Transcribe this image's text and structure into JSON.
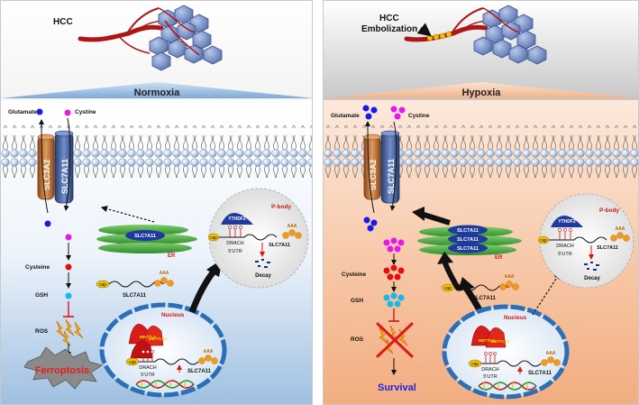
{
  "left": {
    "hcc": "HCC",
    "condition": "Normoxia",
    "glutamate": "Glutamate",
    "cystine": "Cystine",
    "slc3a2": "SLC3A2",
    "slc7a11": "SLC7A11",
    "er_protein": "SLC7A11",
    "er": "ER",
    "cysteine": "Cysteine",
    "gsh": "GSH",
    "ros": "ROS",
    "outcome": "Ferroptosis",
    "cap": "cap",
    "aaa": "AAA",
    "cyto_mrna": "SLC7A11",
    "nucleus": "Nucleus",
    "methyl_a": "METTL3",
    "methyl_b": "METTL14",
    "drach": "DRACH",
    "utr": "5'UTR",
    "nuc_mrna": "SLC7A11",
    "pbody": "P-body",
    "ythdf2": "YTHDF2",
    "pb_drach": "DRACH",
    "pb_utr": "5'UTR",
    "pb_mrna": "SLC7A11",
    "decay": "Decay"
  },
  "right": {
    "hcc": "HCC",
    "embolization": "Embolization",
    "condition": "Hypoxia",
    "glutamate": "Glutamate",
    "cystine": "Cystine",
    "slc3a2": "SLC3A2",
    "slc7a11": "SLC7A11",
    "er_proteins": [
      "SLC7A11",
      "SLC7A11",
      "SLC7A11"
    ],
    "er": "ER",
    "cysteine": "Cysteine",
    "gsh": "GSH",
    "ros": "ROS",
    "outcome": "Survival",
    "cap": "cap",
    "aaa": "AAA",
    "cyto_mrna": "SLC7A11",
    "nucleus": "Nucleus",
    "methyl_a": "METTL3",
    "methyl_b": "METTL14",
    "drach": "DRACH",
    "utr": "5'UTR",
    "nuc_mrna": "SLC7A11",
    "pbody": "P-body",
    "ythdf2": "YTHDF2",
    "pb_drach": "DRACH",
    "pb_utr": "5'UTR",
    "pb_mrna": "SLC7A11",
    "decay": "Decay"
  },
  "colors": {
    "glutamate": "#1a1ae6",
    "cystine": "#e61ae6",
    "cysteine": "#e60f0f",
    "gsh": "#19b7e6",
    "nucleus_outline": "#2a6fb8",
    "er_green": "#4aa84a",
    "transporter_slc3a2": "#c8743a",
    "transporter_slc7a11": "#4a6aa8",
    "ythdf2": "#1e3a9e",
    "pbody_title": "#d01818",
    "outcome_survival": "#2222dd",
    "outcome_ferroptosis": "#e02020"
  }
}
